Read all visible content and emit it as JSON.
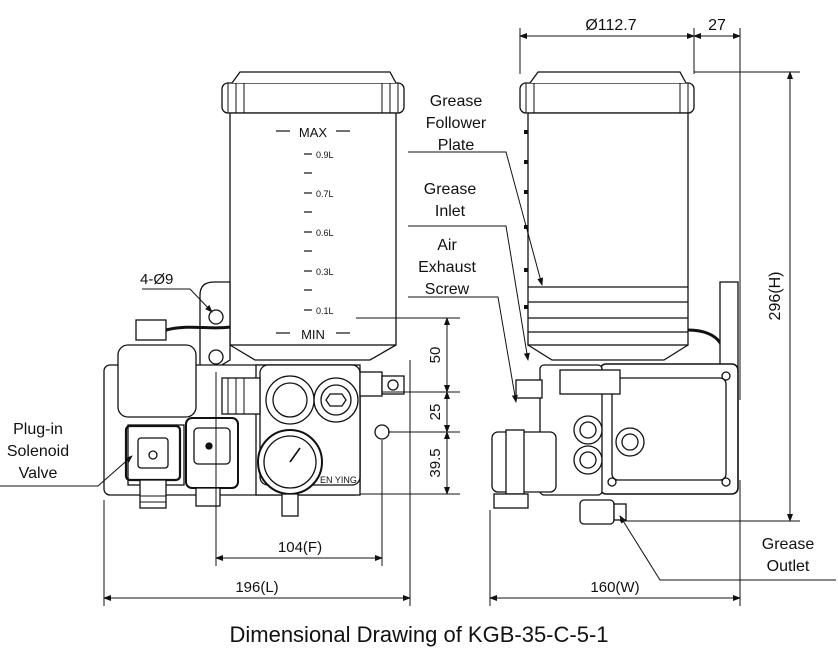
{
  "caption": "Dimensional Drawing of KGB-35-C-5-1",
  "dimensions": {
    "diameter": "Ø112.7",
    "offset_27": "27",
    "height": "296(H)",
    "dim_50": "50",
    "dim_25": "25",
    "dim_39_5": "39.5",
    "width_f": "104(F)",
    "length_l": "196(L)",
    "width_w": "160(W)",
    "holes": "4-Ø9"
  },
  "reservoir_marks": {
    "max": "MAX",
    "min": "MIN",
    "l09": "0.9L",
    "l07": "0.7L",
    "l06": "0.6L",
    "l03": "0.3L",
    "l01": "0.1L"
  },
  "labels": {
    "follower_1": "Grease",
    "follower_2": "Follower",
    "follower_3": "Plate",
    "inlet_1": "Grease",
    "inlet_2": "Inlet",
    "air_1": "Air",
    "air_2": "Exhaust",
    "air_3": "Screw",
    "solenoid_1": "Plug-in",
    "solenoid_2": "Solenoid",
    "solenoid_3": "Valve",
    "outlet_1": "Grease",
    "outlet_2": "Outlet",
    "brand": "EN YING"
  }
}
